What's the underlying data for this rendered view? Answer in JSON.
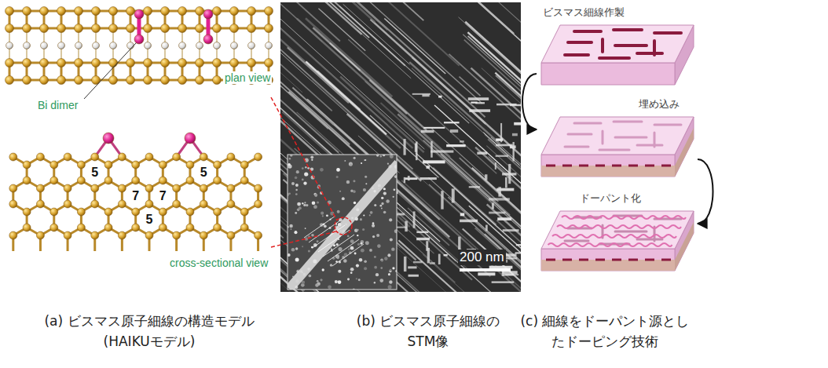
{
  "diagram": {
    "nodes": [
      {
        "text": [
          "ビスマス細線作製"
        ]
      },
      {
        "text": [
          "埋め込み"
        ]
      },
      {
        "text": [
          "ドーパント化"
        ]
      }
    ],
    "edges": [
      {
        "from": 0,
        "to": 1,
        "arrow": "to"
      },
      {
        "from": 1,
        "to": 2,
        "arrow": "to"
      }
    ],
    "labels": [
      "plan view",
      "Bi dimer",
      "5",
      "7",
      "5",
      "7",
      "5",
      "cross-sectional view",
      "200 nm",
      "(a) ビスマス原子細線の構造モデル (HAIKUモデル)",
      "(b) ビスマス原子細線の STM像",
      "(c) 細線をドーパント源とし たドーピング技術"
    ]
  }
}
